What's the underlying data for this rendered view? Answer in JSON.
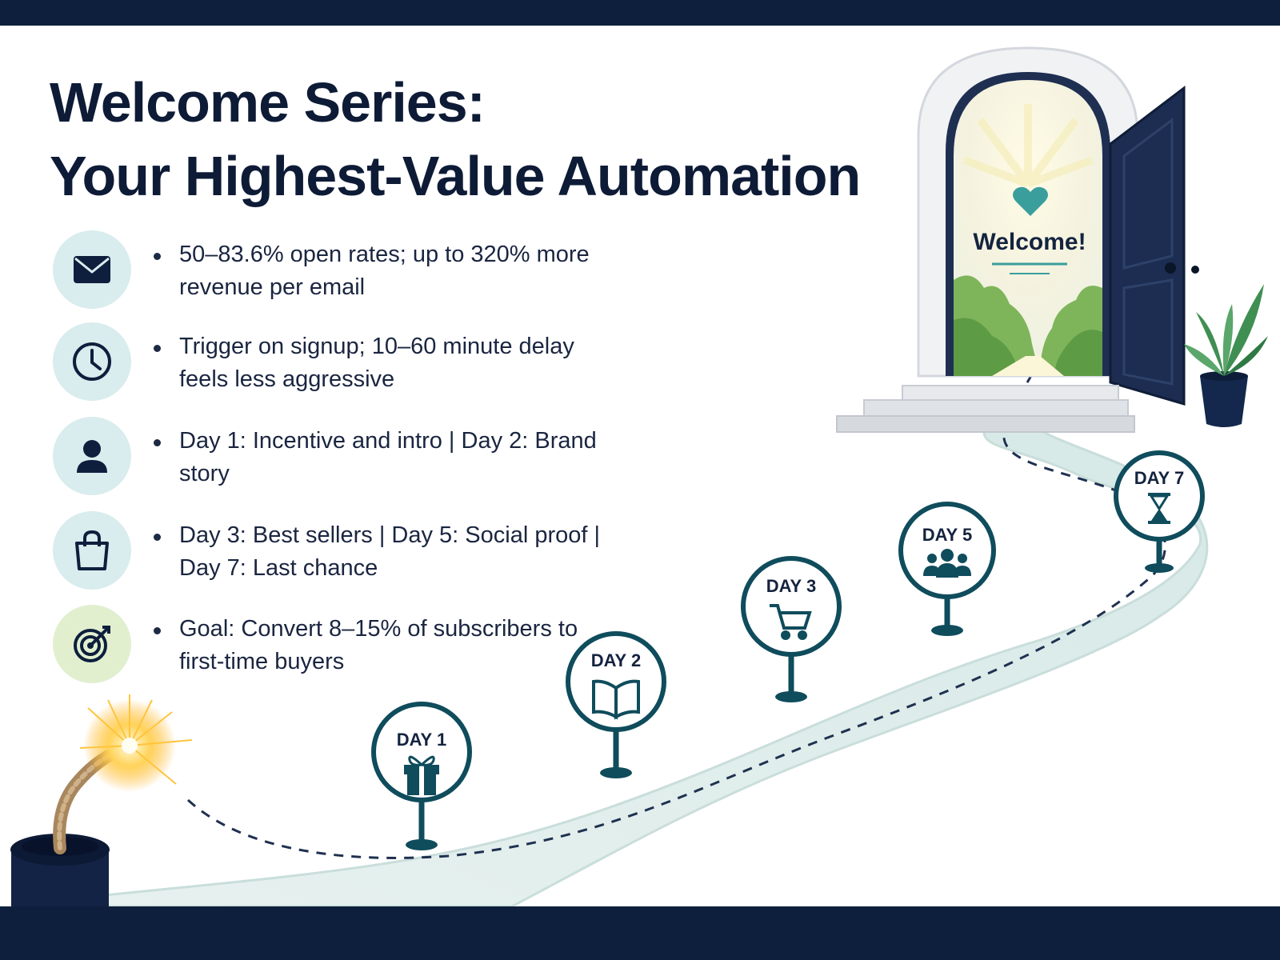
{
  "title": {
    "line1": "Welcome Series:",
    "line2": "Your Highest-Value Automation"
  },
  "bullets": [
    {
      "icon": "envelope-icon",
      "text": "50–83.6% open rates; up to 320% more revenue per email"
    },
    {
      "icon": "clock-icon",
      "text": "Trigger on signup; 10–60 minute delay feels less aggressive"
    },
    {
      "icon": "person-icon",
      "text": "Day 1: Incentive and intro | Day 2: Brand story"
    },
    {
      "icon": "shopping-bag-icon",
      "text": "Day 3: Best sellers | Day 5: Social proof | Day 7: Last chance"
    },
    {
      "icon": "target-icon",
      "text": "Goal: Convert 8–15% of subscribers to first-time buyers"
    }
  ],
  "door": {
    "sign": "Welcome!"
  },
  "milestones": [
    {
      "label": "DAY 1",
      "icon": "gift-icon"
    },
    {
      "label": "DAY 2",
      "icon": "book-icon"
    },
    {
      "label": "DAY 3",
      "icon": "cart-icon"
    },
    {
      "label": "DAY 5",
      "icon": "group-icon"
    },
    {
      "label": "DAY 7",
      "icon": "hourglass-icon"
    }
  ],
  "colors": {
    "navy": "#0d1f3c",
    "teal": "#0f4c5c",
    "icon_circle": "#d9ecee",
    "path": "#dfeeed",
    "heart": "#3a9e9c"
  }
}
